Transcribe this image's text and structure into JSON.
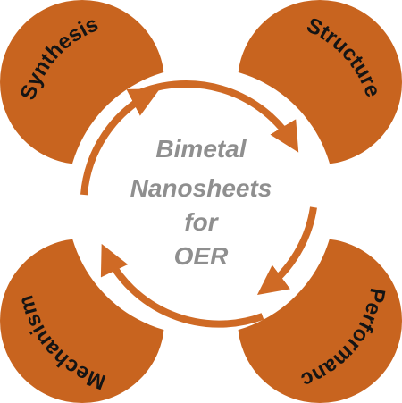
{
  "colors": {
    "petal": "#c8641f",
    "petal_stroke": "#a14c12",
    "ring": "#ffffff",
    "arrow": "#cf6a25",
    "label": "#141414",
    "center_text": "#8f8f8f"
  },
  "petals": {
    "top_left": "Synthesis",
    "top_right": "Structure",
    "bottom_right": "Performance",
    "bottom_left": "Mechanism"
  },
  "center": {
    "line1": "Bimetal",
    "line2": "Nanosheets",
    "line3": "for",
    "line4": "OER"
  }
}
